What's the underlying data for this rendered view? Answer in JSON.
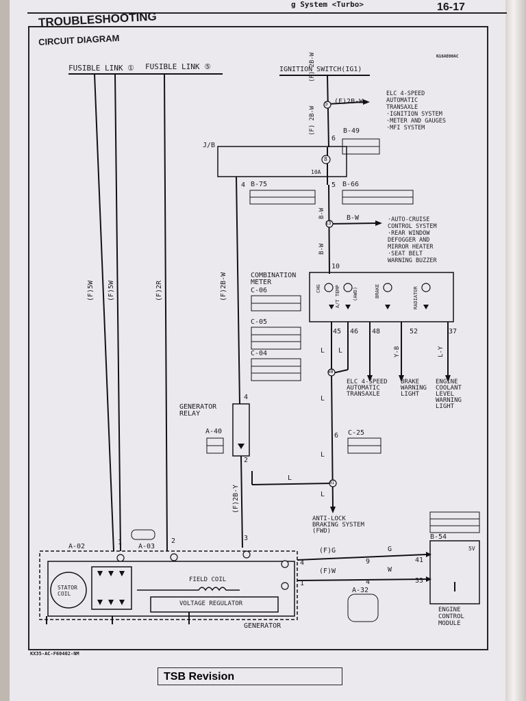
{
  "header": {
    "section_title": "g System <Turbo>",
    "page_number": "16-17"
  },
  "heading": {
    "title": "TROUBLESHOOTING",
    "subtitle": "CIRCUIT DIAGRAM",
    "code": "N16AE00AC"
  },
  "labels": {
    "fusible1": "FUSIBLE LINK ①",
    "fusible5": "FUSIBLE LINK ⑤",
    "ignition": "IGNITION SWITCH(IG1)",
    "ig_wire": "(F) 2B-W",
    "jb": "J/B",
    "fuse8": "8",
    "fuse_amp": "10A",
    "branch_wire": "(F)2B-W",
    "elc_list": [
      "ELC 4-SPEED",
      "AUTOMATIC",
      "TRANSAXLE",
      "·IGNITION SYSTEM",
      "·METER AND GAUGES",
      "·MFI SYSTEM"
    ],
    "b49": "B-49",
    "b75": "B-75",
    "b66": "B-66",
    "bw": "B-W",
    "auto_cruise": [
      "·AUTO-CRUISE",
      "CONTROL SYSTEM",
      "·REAR WINDOW",
      "DEFOGGER AND",
      "MIRROR HEATER",
      "·SEAT BELT",
      "WARNING BUZZER"
    ],
    "combo": [
      "COMBINATION",
      "METER"
    ],
    "c06": "C-06",
    "c05": "C-05",
    "c04": "C-04",
    "gauge_labels": [
      "CHG",
      "A/T TEMP",
      "(AWD)",
      "BRAKE",
      "RADIATOR"
    ],
    "elc2": [
      "ELC 4-SPEED",
      "AUTOMATIC",
      "TRANSAXLE"
    ],
    "brake_light": [
      "BRAKE",
      "WARNING",
      "LIGHT"
    ],
    "coolant": [
      "ENGINE",
      "COOLANT",
      "LEVEL",
      "WARNING",
      "LIGHT"
    ],
    "yb": "Y-B",
    "ly": "L-Y",
    "l": "L",
    "c25": "C-25",
    "gen_relay": [
      "GENERATOR",
      "RELAY"
    ],
    "a40": "A-40",
    "f2by": "(F)2B-Y",
    "f2bw2": "(F)2B-W",
    "f5w": "(F)5W",
    "f2r": "(F)2R",
    "antilock": [
      "ANTI-LOCK",
      "BRAKING SYSTEM",
      "(FWD)"
    ],
    "a02": "A-02",
    "a03": "A-03",
    "stator": [
      "STATOR",
      "COIL"
    ],
    "field_coil": "FIELD COIL",
    "vreg": "VOLTAGE REGULATOR",
    "generator": "GENERATOR",
    "fg": "(F)G",
    "fw": "(F)W",
    "g": "G",
    "w": "W",
    "a32": "A-32",
    "b54": "B-54",
    "ecm": [
      "ENGINE",
      "CONTROL",
      "MODULE"
    ],
    "v5": "5V",
    "footer_code": "KX35-AC-F60402-NM",
    "tsb": "TSB Revision"
  },
  "pins": {
    "p5": "5",
    "p6": "6",
    "p4": "4",
    "p5b": "5",
    "p13": "13",
    "p10": "10",
    "p45": "45",
    "p46": "46",
    "p48": "48",
    "p52": "52",
    "p37": "37",
    "p40": "40",
    "p6b": "6",
    "p4b": "4",
    "p2": "2",
    "p41": "41",
    "p3": "3",
    "p1": "1",
    "p2b": "2",
    "p4c": "4",
    "p1b": "1",
    "p9": "9",
    "p4d": "4",
    "p41b": "41",
    "p33": "33"
  }
}
